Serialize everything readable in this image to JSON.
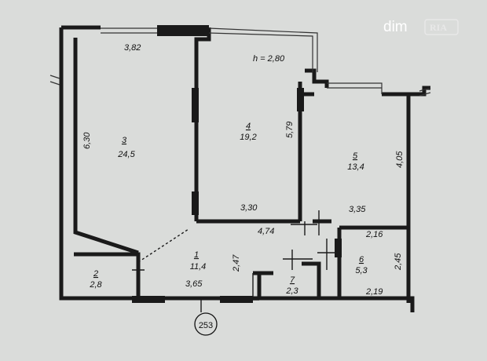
{
  "watermark": {
    "brand": "dim",
    "logo": "RIA"
  },
  "ceiling": "h = 2,80",
  "rooms": [
    {
      "number": "1",
      "area": "11,4"
    },
    {
      "number": "2",
      "area": "2,8"
    },
    {
      "number": "3",
      "area": "24,5"
    },
    {
      "number": "4",
      "area": "19,2"
    },
    {
      "number": "5",
      "area": "13,4"
    },
    {
      "number": "6",
      "area": "5,3"
    },
    {
      "number": "7",
      "area": "2,3"
    }
  ],
  "dimensions": {
    "d382": "3,82",
    "d630": "6,30",
    "d579": "5,79",
    "d330": "3,30",
    "d335": "3,35",
    "d405": "4,05",
    "d474": "4,74",
    "d216": "2,16",
    "d245": "2,45",
    "d219": "2,19",
    "d247": "2,47",
    "d365": "3,65"
  },
  "apartment_number": "253"
}
